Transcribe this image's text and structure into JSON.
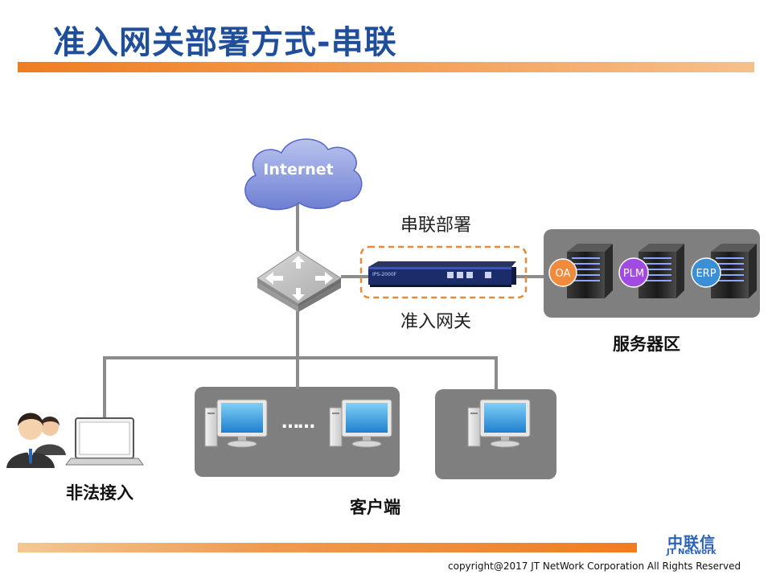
{
  "title": "准入网关部署方式-串联",
  "cloud_label": "Internet",
  "deploy_label": "串联部署",
  "gateway_label": "准入网关",
  "gateway_model": "IPS-2000F",
  "server_zone_label": "服务器区",
  "servers": [
    {
      "badge": "OA",
      "color": "#f08a3c"
    },
    {
      "badge": "PLM",
      "color": "#a24be0"
    },
    {
      "badge": "ERP",
      "color": "#3a8fd6"
    }
  ],
  "illegal_access_label": "非法接入",
  "client_label": "客户端",
  "client_ellipsis": "……",
  "logo_cn": "中联信",
  "logo_en": "JT Network",
  "copyright": "copyright@2017  JT NetWork Corporation All Rights Reserved",
  "colors": {
    "title": "#1f4e9a",
    "accent": "#ef7d22",
    "panel": "#7f7f7f",
    "line": "#8c8c8c",
    "dashed_box": "#e58a3a"
  }
}
